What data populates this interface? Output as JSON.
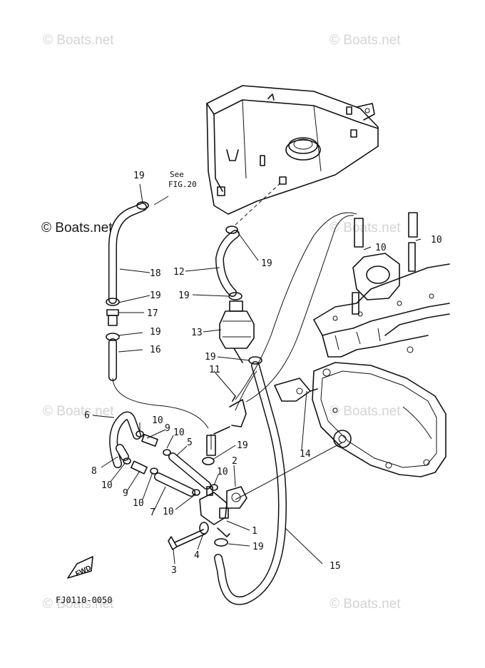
{
  "watermarks": {
    "top_left": "© Boats.net",
    "top_right": "© Boats.net",
    "left_dark": "© Boats.net",
    "mid_right": "© Boats.net",
    "mid_left": "© Boats.net",
    "mid_right_low": "© Boats.net",
    "bottom_left": "© Boats.net",
    "bottom_right": "© Boats.net"
  },
  "reference": {
    "see": "See",
    "fig": "FIG.20"
  },
  "fwd_label": "FWD",
  "diagram_code": "FJ0110-0050",
  "callouts": {
    "c19a": "19",
    "c19b": "19",
    "c19c": "19",
    "c19d": "19",
    "c19e": "19",
    "c19f": "19",
    "c19g": "19",
    "c19h": "19",
    "c18": "18",
    "c17": "17",
    "c16": "16",
    "c12": "12",
    "c13": "13",
    "c11": "11",
    "c10a": "10",
    "c10b": "10",
    "c10c": "10",
    "c10d": "10",
    "c10e": "10",
    "c10f": "10",
    "c10g": "10",
    "c10h": "10",
    "c9a": "9",
    "c9b": "9",
    "c8": "8",
    "c7": "7",
    "c6": "6",
    "c5": "5",
    "c4": "4",
    "c3": "3",
    "c2": "2",
    "c1": "1",
    "c14": "14",
    "c15": "15"
  }
}
